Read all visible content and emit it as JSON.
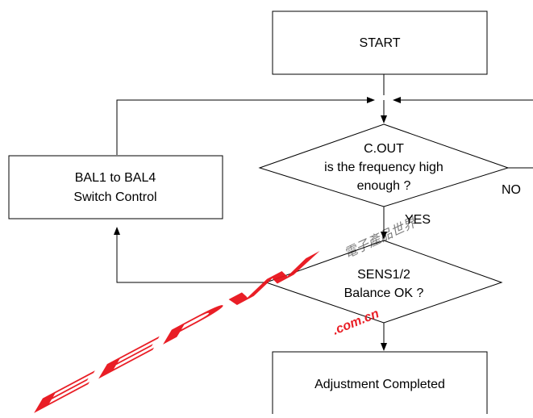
{
  "flowchart": {
    "start": "START",
    "decision1": {
      "line1": "C.OUT",
      "line2": "is the frequency high",
      "line3": "enough ?"
    },
    "no_label": "NO",
    "yes_label": "YES",
    "process": {
      "line1": "BAL1 to BAL4",
      "line2": "Switch Control"
    },
    "decision2": {
      "line1": "SENS1/2",
      "line2": "Balance OK ?"
    },
    "end": "Adjustment Completed"
  },
  "watermark": {
    "logo_text": "EEPW",
    "domain_text": ".com.cn",
    "chinese_text": "電子產品世界",
    "color": "#e8131b"
  }
}
